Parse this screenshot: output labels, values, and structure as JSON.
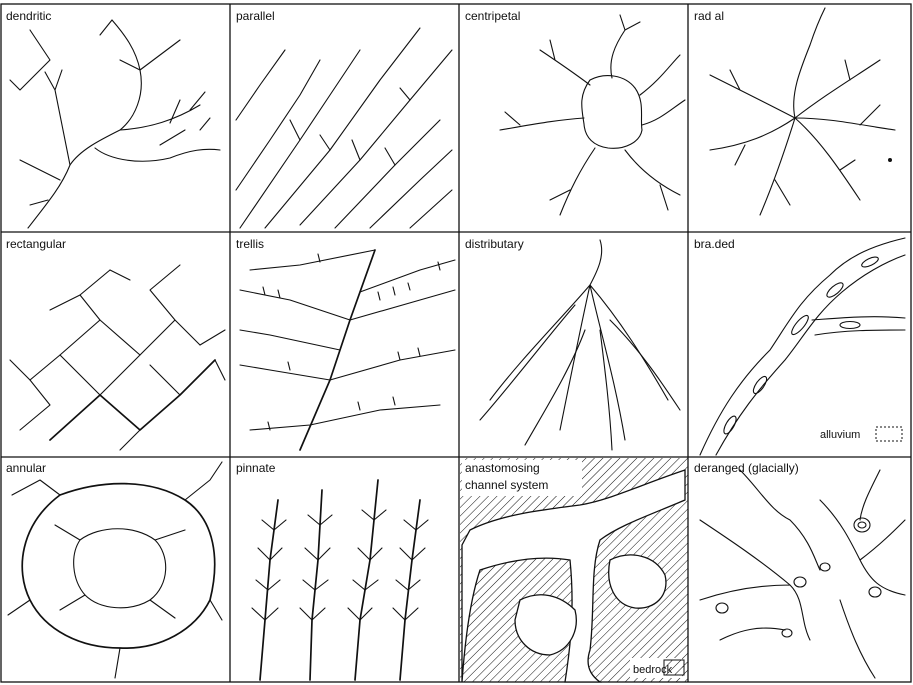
{
  "panels": [
    {
      "id": "dendritic",
      "label": "dendritic"
    },
    {
      "id": "parallel",
      "label": "parallel"
    },
    {
      "id": "centripetal",
      "label": "centripetal"
    },
    {
      "id": "radial",
      "label": "rad al"
    },
    {
      "id": "rectangular",
      "label": "rectangular"
    },
    {
      "id": "trellis",
      "label": "trellis"
    },
    {
      "id": "distributary",
      "label": "distributary"
    },
    {
      "id": "braided",
      "label": "bra.ded",
      "key_label": "alluvium"
    },
    {
      "id": "annular",
      "label": "annular"
    },
    {
      "id": "pinnate",
      "label": "pinnate"
    },
    {
      "id": "anastomosing",
      "label": "anastomosing",
      "label_line2": "channel system",
      "key_label": "bedrock"
    },
    {
      "id": "deranged",
      "label": "deranged (glacially)"
    }
  ]
}
